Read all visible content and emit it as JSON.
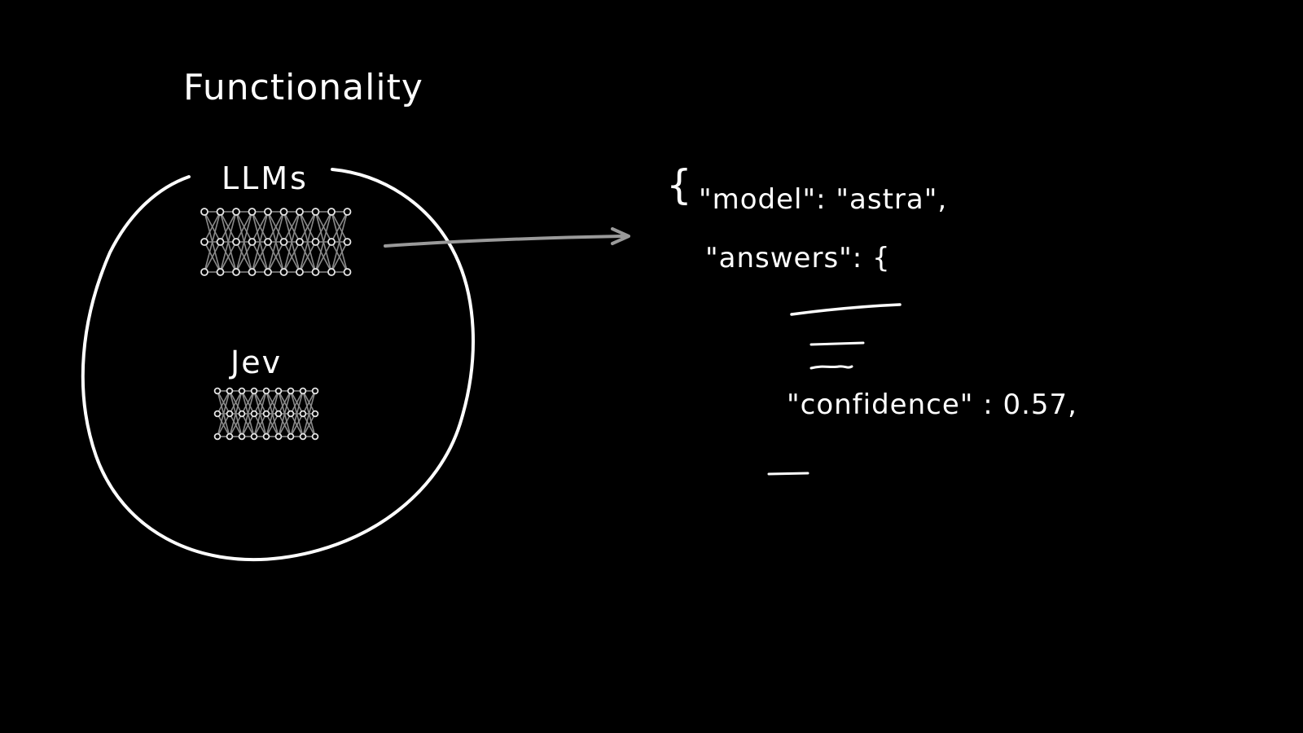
{
  "title": "Functionality",
  "circle": {
    "groups": [
      {
        "label": "LLMs"
      },
      {
        "label": "Jev"
      }
    ]
  },
  "json_sketch": {
    "open_brace": "{",
    "line1": "\"model\": \"astra\",",
    "line2": "\"answers\": {",
    "line3": "\"confidence\" : 0.57,"
  },
  "colors": {
    "background": "#000000",
    "stroke": "#ffffff",
    "arrow": "#9a9a9a",
    "network": "#bdbdbd"
  },
  "icons": [
    "neural-network-icon",
    "arrow-right-icon"
  ]
}
